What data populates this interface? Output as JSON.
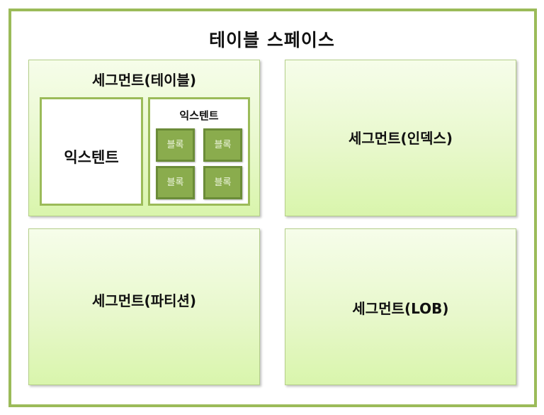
{
  "diagram": {
    "title": "테이블 스페이스",
    "segments": [
      {
        "label": "세그먼트(테이블)",
        "extents": [
          {
            "label": "익스텐트"
          },
          {
            "label": "익스텐트",
            "blocks": [
              "블록",
              "블록",
              "블록",
              "블록"
            ]
          }
        ]
      },
      {
        "label": "세그먼트(인덱스)"
      },
      {
        "label": "세그먼트(파티션)"
      },
      {
        "label": "세그먼트(LOB)"
      }
    ],
    "colors": {
      "border": "#9bbb59",
      "segment_fill_top": "#f6fdea",
      "segment_fill_bottom": "#d9f5ac",
      "block_fill": "#8aac4d",
      "block_border": "#6b8c38"
    }
  }
}
